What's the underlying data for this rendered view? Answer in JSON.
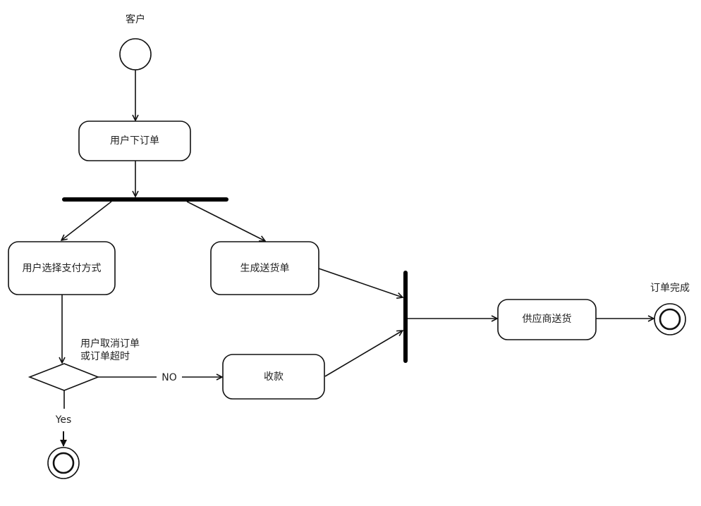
{
  "diagram": {
    "swimlane_label": "客户",
    "nodes": {
      "place_order": "用户下订单",
      "choose_payment": "用户选择支付方式",
      "generate_delivery": "生成送货单",
      "collect_payment": "收款",
      "supplier_ship": "供应商送货"
    },
    "decision": {
      "condition": "用户取消订单\n或订单超时",
      "no_label": "NO",
      "yes_label": "Yes"
    },
    "final_label": "订单完成"
  }
}
